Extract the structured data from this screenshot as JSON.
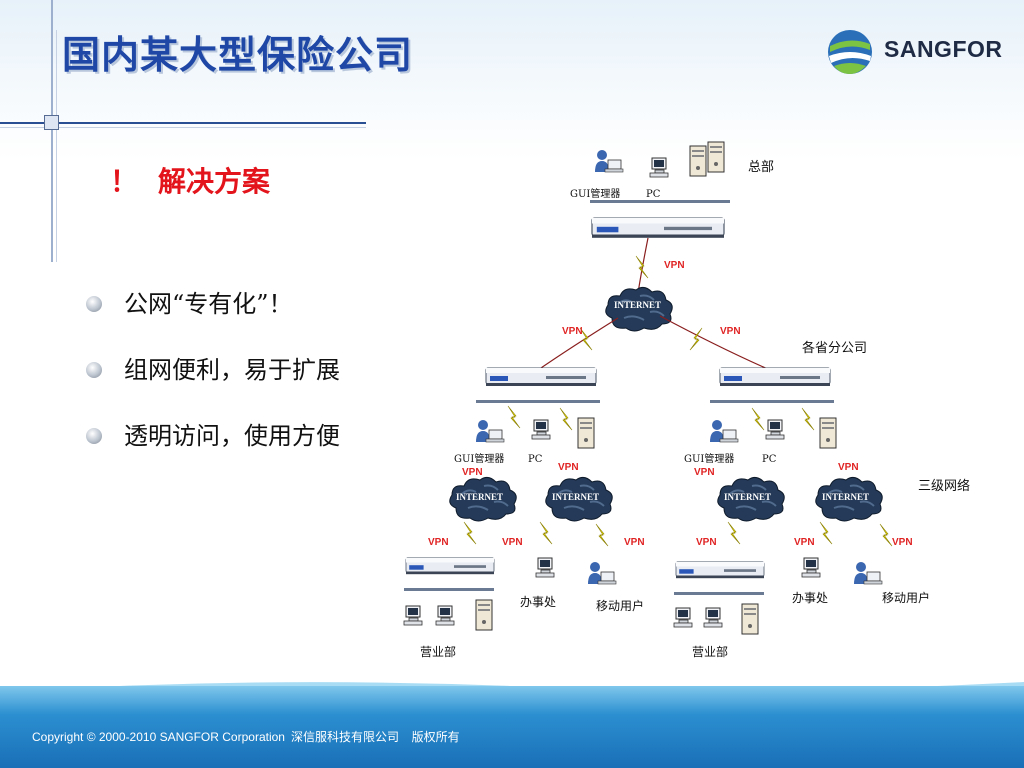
{
  "slide": {
    "title": "国内某大型保险公司",
    "subhead_bang": "！",
    "subhead": "解决方案",
    "bullets": [
      "公网“专有化”！",
      "组网便利，易于扩展",
      "透明访问，使用方便"
    ]
  },
  "logo": {
    "text": "SANGFOR",
    "icon": "sangfor-globe-icon"
  },
  "footer": {
    "copyright": "Copyright © 2000-2010 SANGFOR Corporation",
    "company": "深信服科技有限公司",
    "rights": "版权所有"
  },
  "diagram": {
    "hq_label": "总部",
    "branch_label": "各省分公司",
    "level3_label": "三级网络",
    "gui_label": "GUI管理器",
    "pc_label": "PC",
    "internet_label": "INTERNET",
    "vpn_label": "VPN",
    "office_label": "办事处",
    "mobile_label": "移动用户",
    "sales_label": "营业部"
  },
  "colors": {
    "title": "#1e47a6",
    "subhead": "#e3141b",
    "vpn": "#e02424",
    "footer": "#1a6fb6",
    "cloud": "#233b5a",
    "lightning": "#f2e30c"
  }
}
